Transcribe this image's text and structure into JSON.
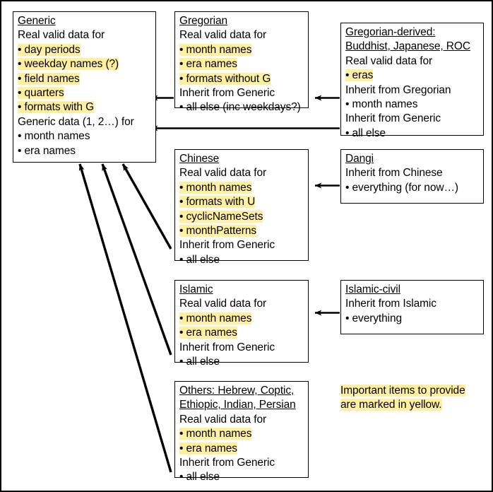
{
  "diagram": {
    "title": "CLDR calendar data inheritance diagram",
    "highlight_color": "#ffef9e",
    "line_color": "#000000",
    "background": "#ffffff",
    "boxes": [
      {
        "id": "generic",
        "name": "Generic",
        "title": "Generic",
        "lines": [
          {
            "text": "Real valid data for",
            "highlight": false,
            "bullet": false
          },
          {
            "text": "• day periods",
            "highlight": true,
            "bullet": true
          },
          {
            "text": "• weekday names (?)",
            "highlight": true,
            "bullet": true
          },
          {
            "text": "• field names",
            "highlight": true,
            "bullet": true
          },
          {
            "text": "• quarters",
            "highlight": true,
            "bullet": true
          },
          {
            "text": "• formats with G",
            "highlight": true,
            "bullet": true
          },
          {
            "text": "Generic data (1, 2…) for",
            "highlight": false,
            "bullet": false
          },
          {
            "text": "• month names",
            "highlight": false,
            "bullet": true
          },
          {
            "text": "• era names",
            "highlight": false,
            "bullet": true
          }
        ]
      },
      {
        "id": "gregorian",
        "name": "Gregorian",
        "title": "Gregorian",
        "lines": [
          {
            "text": "Real valid data for",
            "highlight": false,
            "bullet": false
          },
          {
            "text": "• month names",
            "highlight": true,
            "bullet": true
          },
          {
            "text": "• era names",
            "highlight": true,
            "bullet": true
          },
          {
            "text": "• formats without G",
            "highlight": true,
            "bullet": true
          },
          {
            "text": "Inherit from Generic",
            "highlight": false,
            "bullet": false
          },
          {
            "text": "• all else (inc weekdays?)",
            "highlight": false,
            "bullet": true
          }
        ]
      },
      {
        "id": "gregorian-derived",
        "name": "Gregorian-derived",
        "title": "Gregorian-derived:",
        "title2": "Buddhist, Japanese, ROC",
        "lines": [
          {
            "text": "Real valid data for",
            "highlight": false,
            "bullet": false
          },
          {
            "text": "• eras",
            "highlight": true,
            "bullet": true
          },
          {
            "text": "Inherit from Gregorian",
            "highlight": false,
            "bullet": false
          },
          {
            "text": "• month names",
            "highlight": false,
            "bullet": true
          },
          {
            "text": "Inherit from Generic",
            "highlight": false,
            "bullet": false
          },
          {
            "text": "• all else",
            "highlight": false,
            "bullet": true
          }
        ]
      },
      {
        "id": "chinese",
        "name": "Chinese",
        "title": "Chinese",
        "lines": [
          {
            "text": "Real valid data for",
            "highlight": false,
            "bullet": false
          },
          {
            "text": "• month names",
            "highlight": true,
            "bullet": true
          },
          {
            "text": "• formats with U",
            "highlight": true,
            "bullet": true
          },
          {
            "text": "• cyclicNameSets",
            "highlight": true,
            "bullet": true
          },
          {
            "text": "• monthPatterns",
            "highlight": true,
            "bullet": true
          },
          {
            "text": "Inherit from Generic",
            "highlight": false,
            "bullet": false
          },
          {
            "text": "• all else",
            "highlight": false,
            "bullet": true
          }
        ]
      },
      {
        "id": "dangi",
        "name": "Dangi",
        "title": "Dangi",
        "lines": [
          {
            "text": "Inherit from Chinese",
            "highlight": false,
            "bullet": false
          },
          {
            "text": "• everything (for now…)",
            "highlight": false,
            "bullet": true
          }
        ]
      },
      {
        "id": "islamic",
        "name": "Islamic",
        "title": "Islamic",
        "lines": [
          {
            "text": "Real valid data for",
            "highlight": false,
            "bullet": false
          },
          {
            "text": "• month names",
            "highlight": true,
            "bullet": true
          },
          {
            "text": "• era names",
            "highlight": true,
            "bullet": true
          },
          {
            "text": "Inherit from Generic",
            "highlight": false,
            "bullet": false
          },
          {
            "text": "• all else",
            "highlight": false,
            "bullet": true
          }
        ]
      },
      {
        "id": "islamic-civil",
        "name": "Islamic-civil",
        "title": "Islamic-civil",
        "lines": [
          {
            "text": "Inherit from Islamic",
            "highlight": false,
            "bullet": false
          },
          {
            "text": "• everything",
            "highlight": false,
            "bullet": true
          }
        ]
      },
      {
        "id": "others",
        "name": "Others",
        "title": "Others: Hebrew, Coptic,",
        "title2": "Ethiopic, Indian, Persian",
        "lines": [
          {
            "text": "Real valid data for",
            "highlight": false,
            "bullet": false
          },
          {
            "text": "• month names",
            "highlight": true,
            "bullet": true
          },
          {
            "text": "• era names",
            "highlight": true,
            "bullet": true
          },
          {
            "text": "Inherit from Generic",
            "highlight": false,
            "bullet": false
          },
          {
            "text": "• all else",
            "highlight": false,
            "bullet": true
          }
        ]
      }
    ],
    "legend": {
      "line1": "Important items to provide",
      "line2": "are marked in yellow."
    },
    "arrows": [
      {
        "from": "gregorian",
        "to": "generic",
        "label": "gregorian-inherits-generic"
      },
      {
        "from": "gregorian-derived",
        "to": "generic",
        "label": "gregorian-derived-inherits-generic"
      },
      {
        "from": "gregorian-derived",
        "to": "gregorian",
        "label": "gregorian-derived-inherits-gregorian"
      },
      {
        "from": "chinese",
        "to": "generic",
        "label": "chinese-inherits-generic"
      },
      {
        "from": "dangi",
        "to": "chinese",
        "label": "dangi-inherits-chinese"
      },
      {
        "from": "islamic",
        "to": "generic",
        "label": "islamic-inherits-generic"
      },
      {
        "from": "islamic-civil",
        "to": "islamic",
        "label": "islamic-civil-inherits-islamic"
      },
      {
        "from": "others",
        "to": "generic",
        "label": "others-inherits-generic"
      }
    ]
  }
}
